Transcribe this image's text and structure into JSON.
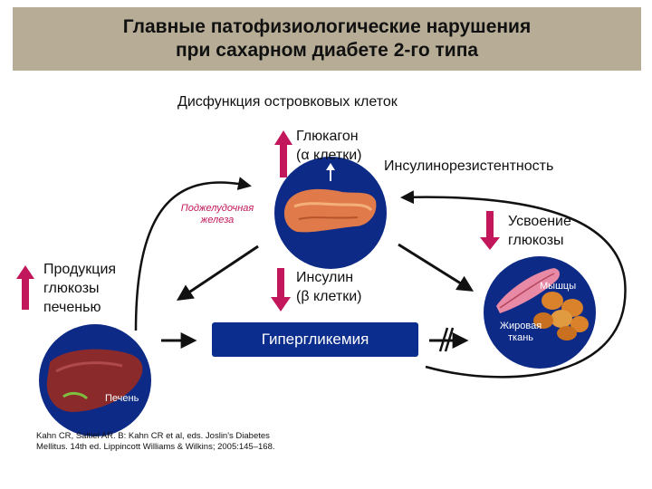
{
  "title": {
    "line1": "Главные патофизиологические нарушения",
    "line2": "при сахарном диабете 2-го типа"
  },
  "islet_dysfunction": "Дисфункция островковых клеток",
  "glucagon": {
    "line1": "Глюкагон",
    "line2": "(α клетки)",
    "direction": "up"
  },
  "insulin_resistance": "Инсулинорезистентность",
  "pancreas": {
    "line1": "Поджелудочная",
    "line2": "железа"
  },
  "glucose_uptake": {
    "line1": "Усвоение",
    "line2": "глюкозы",
    "direction": "down"
  },
  "hepatic_output": {
    "line1": "Продукция",
    "line2": "глюкозы",
    "line3": "печенью",
    "direction": "up"
  },
  "insulin": {
    "line1": "Инсулин",
    "line2": "(β клетки)",
    "direction": "down"
  },
  "hyperglycemia": "Гипергликемия",
  "muscle_label": "Мышцы",
  "adipose": {
    "line1": "Жировая",
    "line2": "ткань"
  },
  "liver_label": "Печень",
  "citation": {
    "line1": "Kahn CR, Saltiel AR. В: Kahn CR et al, eds. Joslin's Diabetes",
    "line2": "Mellitus. 14th ed. Lippincott Williams & Wilkins; 2005:145–168."
  },
  "colors": {
    "title_bg": "#b7ad97",
    "accent_arrow": "#c2185b",
    "hyperglycemia_box": "#0b2d8e",
    "tissue_circle": "#0d2a86",
    "pancreas": "#e07a4a",
    "liver": "#8a2a2a"
  }
}
